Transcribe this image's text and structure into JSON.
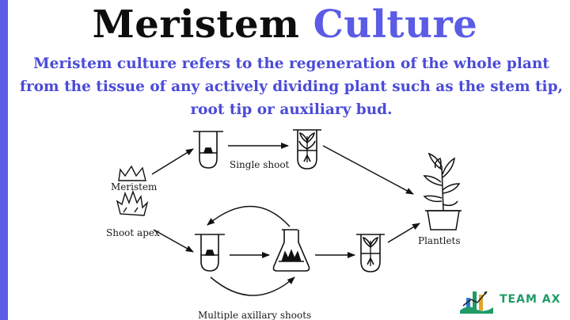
{
  "title": {
    "word1": "Meristem",
    "word2": "Culture"
  },
  "description": "Meristem culture refers to the regeneration of the whole plant from the tissue of any actively dividing plant such as the stem tip, root tip or auxiliary bud.",
  "diagram": {
    "labels": {
      "meristem": "Meristem",
      "shoot_apex": "Shoot apex",
      "single_shoot": "Single shoot",
      "plantlets": "Plantlets",
      "multiple_axillary_shoots": "Multiple axillary shoots"
    }
  },
  "brand": {
    "name": "TEAM AX"
  },
  "colors": {
    "accent": "#5b5be6",
    "text_dark": "#0d0d0d",
    "brand_green": "#1f9b66"
  }
}
